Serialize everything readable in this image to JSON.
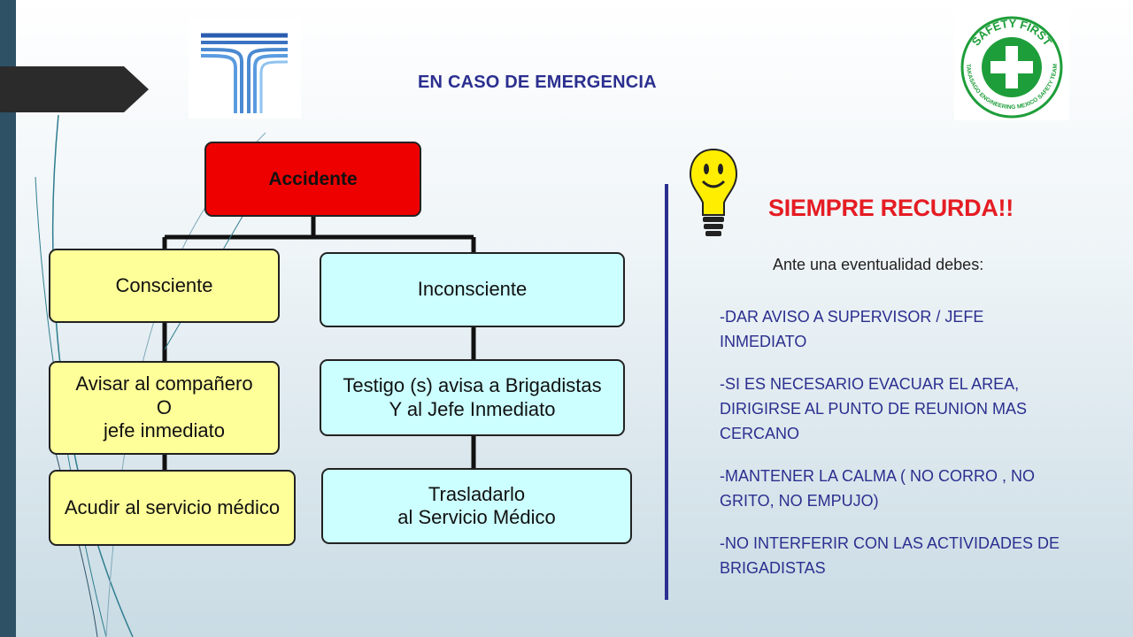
{
  "header": {
    "title": "EN CASO DE EMERGENCIA",
    "logo_left_icon": "blue-t-logo",
    "logo_right_icon": "safety-first-logo",
    "logo_right_text_top": "SAFETY FIRST",
    "logo_right_text_ring": "TAKASAGO ENGINEERING MEXICO SAFETY TEAM"
  },
  "flowchart": {
    "root": "Accidente",
    "left_branch": {
      "title": "Consciente",
      "step1": "Avisar al compañero\nO\njefe inmediato",
      "step2": "Acudir al servicio médico"
    },
    "right_branch": {
      "title": "Inconsciente",
      "step1": "Testigo (s) avisa a Brigadistas\nY al Jefe Inmediato",
      "step2": "Trasladarlo\nal Servicio Médico"
    }
  },
  "reminder": {
    "icon": "lightbulb-smiley-icon",
    "title": "SIEMPRE RECURDA!!",
    "intro": "Ante una eventualidad debes:",
    "items": [
      "-DAR AVISO A SUPERVISOR / JEFE INMEDIATO",
      "-SI ES NECESARIO EVACUAR EL AREA, DIRIGIRSE AL PUNTO DE REUNION MAS CERCANO",
      "-MANTENER LA CALMA ( NO CORRO , NO GRITO, NO EMPUJO)",
      "-NO INTERFERIR CON LAS ACTIVIDADES DE BRIGADISTAS"
    ]
  },
  "colors": {
    "heading": "#2b2f8f",
    "root_box": "#ee0000",
    "left_boxes": "#ffff99",
    "right_boxes": "#ccffff",
    "reminder_title": "#e51c23",
    "divider": "#2b2f8f"
  }
}
